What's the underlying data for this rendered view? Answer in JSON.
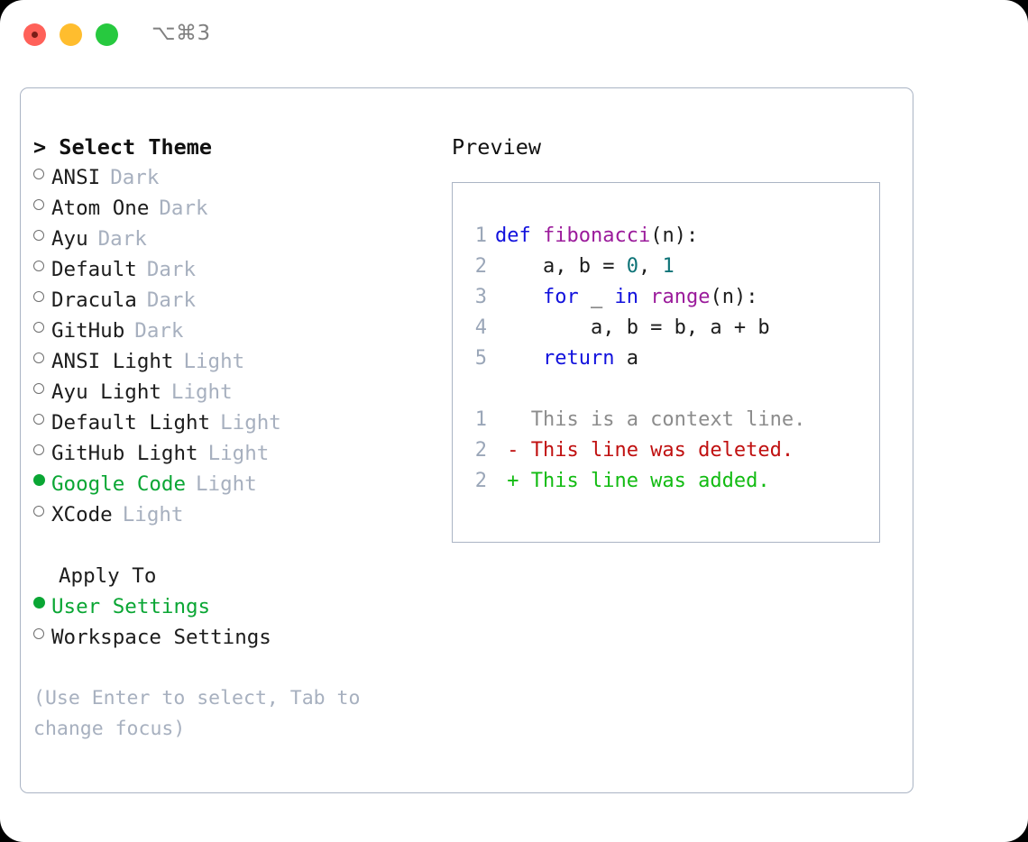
{
  "titlebar": {
    "shortcut": "⌥⌘3",
    "buttons": [
      "close",
      "minimize",
      "maximize"
    ]
  },
  "left_panel": {
    "header": "> Select Theme",
    "themes": [
      {
        "marker": "empty",
        "name": "ANSI",
        "kind": "Dark",
        "selected": false
      },
      {
        "marker": "empty",
        "name": "Atom One",
        "kind": "Dark",
        "selected": false
      },
      {
        "marker": "empty",
        "name": "Ayu",
        "kind": "Dark",
        "selected": false
      },
      {
        "marker": "empty",
        "name": "Default",
        "kind": "Dark",
        "selected": false
      },
      {
        "marker": "empty",
        "name": "Dracula",
        "kind": "Dark",
        "selected": false
      },
      {
        "marker": "empty",
        "name": "GitHub",
        "kind": "Dark",
        "selected": false
      },
      {
        "marker": "empty",
        "name": "ANSI Light",
        "kind": "Light",
        "selected": false
      },
      {
        "marker": "empty",
        "name": "Ayu Light",
        "kind": "Light",
        "selected": false
      },
      {
        "marker": "empty",
        "name": "Default Light",
        "kind": "Light",
        "selected": false
      },
      {
        "marker": "empty",
        "name": "GitHub Light",
        "kind": "Light",
        "selected": false
      },
      {
        "marker": "full",
        "name": "Google Code",
        "kind": "Light",
        "selected": true
      },
      {
        "marker": "empty",
        "name": "XCode",
        "kind": "Light",
        "selected": false
      }
    ],
    "apply_to_title": "Apply To",
    "apply_to": [
      {
        "marker": "full",
        "name": "User Settings",
        "selected": true
      },
      {
        "marker": "empty",
        "name": "Workspace Settings",
        "selected": false
      }
    ],
    "hint": "(Use Enter to select, Tab to change focus)"
  },
  "right_panel": {
    "title": "Preview",
    "code_lines": [
      {
        "no": "1",
        "tokens": [
          {
            "t": "def ",
            "c": "kw"
          },
          {
            "t": "fibonacci",
            "c": "fn"
          },
          {
            "t": "(n):",
            "c": "txt"
          }
        ]
      },
      {
        "no": "2",
        "tokens": [
          {
            "t": "    a, b = ",
            "c": "txt"
          },
          {
            "t": "0",
            "c": "num"
          },
          {
            "t": ", ",
            "c": "txt"
          },
          {
            "t": "1",
            "c": "num"
          }
        ]
      },
      {
        "no": "3",
        "tokens": [
          {
            "t": "    ",
            "c": "txt"
          },
          {
            "t": "for",
            "c": "kw"
          },
          {
            "t": " _ ",
            "c": "txt"
          },
          {
            "t": "in",
            "c": "kw"
          },
          {
            "t": " ",
            "c": "txt"
          },
          {
            "t": "range",
            "c": "fn"
          },
          {
            "t": "(n):",
            "c": "txt"
          }
        ]
      },
      {
        "no": "4",
        "tokens": [
          {
            "t": "        a, b = b, a + b",
            "c": "txt"
          }
        ]
      },
      {
        "no": "5",
        "tokens": [
          {
            "t": "    ",
            "c": "txt"
          },
          {
            "t": "return",
            "c": "kw"
          },
          {
            "t": " a",
            "c": "txt"
          }
        ]
      }
    ],
    "diff_lines": [
      {
        "no": "1",
        "tokens": [
          {
            "t": "   This is a context line.",
            "c": "ctx"
          }
        ]
      },
      {
        "no": "2",
        "tokens": [
          {
            "t": " - This line was deleted.",
            "c": "del"
          }
        ]
      },
      {
        "no": "2",
        "tokens": [
          {
            "t": " + This line was added.",
            "c": "add"
          }
        ]
      }
    ]
  },
  "colors": {
    "accent_green": "#0aa634",
    "muted": "#a7b0bf",
    "border": "#aab4c4",
    "keyword": "#1111dd",
    "function": "#9b1b9b",
    "number": "#0d7377",
    "diff_added": "#12bb12",
    "diff_deleted": "#c01010",
    "diff_context": "#8c8c8c",
    "traffic_red": "#ff6159",
    "traffic_yellow": "#ffbd2e",
    "traffic_green": "#27c93f"
  }
}
